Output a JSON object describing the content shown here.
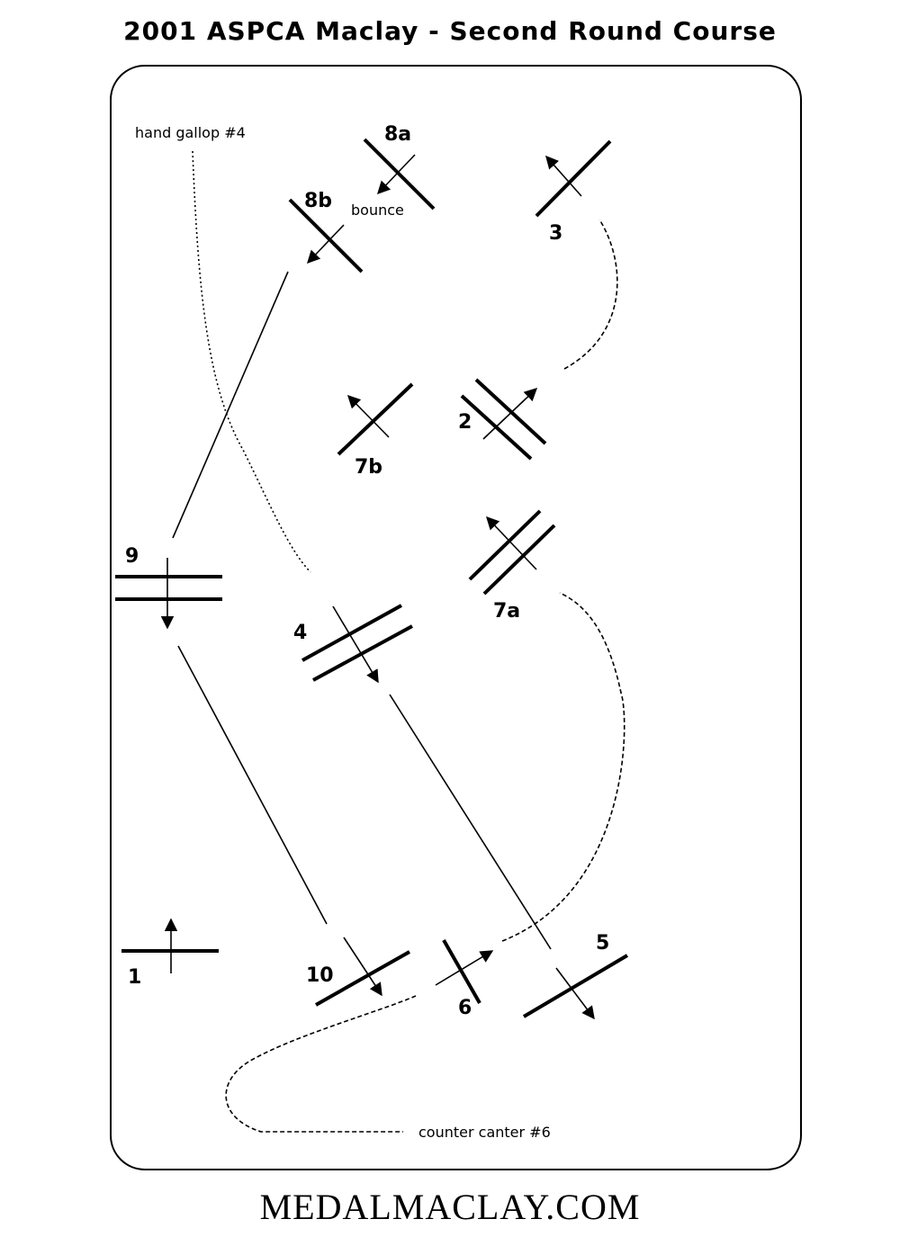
{
  "title": "2001  ASPCA Maclay -  Second Round Course",
  "footer": "MEDALMACLAY.COM",
  "fences": {
    "f1": "1",
    "f2": "2",
    "f3": "3",
    "f4": "4",
    "f5": "5",
    "f6": "6",
    "f7a": "7a",
    "f7b": "7b",
    "f8a": "8a",
    "f8b": "8b",
    "f9": "9",
    "f10": "10"
  },
  "notes": {
    "hand_gallop": "hand gallop #4",
    "bounce": "bounce",
    "counter_canter": "counter canter #6"
  }
}
